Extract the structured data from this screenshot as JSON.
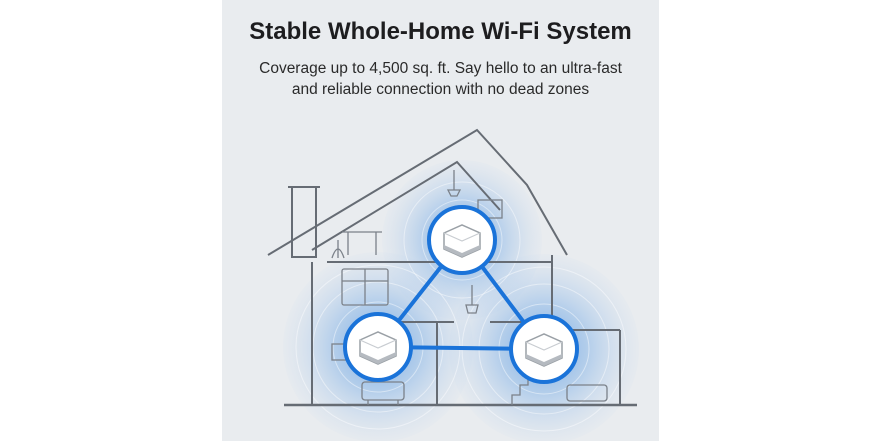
{
  "headline": "Stable Whole-Home Wi-Fi System",
  "subline_1": "Coverage up to 4,500 sq. ft. Say hello to an ultra-fast",
  "subline_2": "and reliable connection with no dead zones",
  "colors": {
    "background": "#e9ecef",
    "signal_blue": "#1a73d9",
    "line_art": "#666c74"
  },
  "nodes": [
    "router-node-top",
    "router-node-left",
    "router-node-right"
  ]
}
